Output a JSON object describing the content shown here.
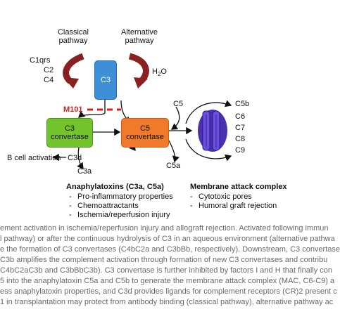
{
  "figure": {
    "classical_pathway": [
      "Classical",
      "pathway"
    ],
    "alternative_pathway": [
      "Alternative",
      "pathway"
    ],
    "classical_components": [
      "C1qrs",
      "C2",
      "C4"
    ],
    "h2o": "H",
    "h2o_sub": "2",
    "h2o_tail": "O",
    "c3": "C3",
    "m101": "M101",
    "c3_convertase": [
      "C3",
      "convertase"
    ],
    "c5_convertase": [
      "C5",
      "convertase"
    ],
    "c5_input": "C5",
    "mac_components": [
      "C5b",
      "C6",
      "C7",
      "C8",
      "C9"
    ],
    "b_cell_activation": "B cell activation",
    "c3d": "C3d",
    "c3a": "C3a",
    "c5a": "C5a",
    "anaphylatoxins_heading": "Anaphylatoxins (C3a, C5a)",
    "anaphylatoxins_items": [
      "Pro-inflammatory properties",
      "Chemoattractants",
      "Ischemia/reperfusion injury"
    ],
    "mac_heading": "Membrane attack complex",
    "mac_items": [
      "Cytotoxic pores",
      "Humoral graft rejection"
    ],
    "colors": {
      "c3_box": "#3d8fd6",
      "c3_convertase": "#73c42c",
      "c5_convertase": "#f07a2a",
      "inhibitor": "#d22020",
      "pathway_arrow": "#8a2020",
      "mac": "#4a2fb0"
    }
  },
  "caption": {
    "lines": [
      "ement activation in ischemia/reperfusion injury and allograft rejection. Activated following immun",
      "l pathway) or after the continuous hydrolysis of C3 in an aqueous environment (alternative pathwa",
      "e the formation of C3 convertases (C4bC2a and C3bBb, respectively). Downstream, C3 convertase",
      "C3b amplifies the complement activation through formation of new C3 convertases and contribu",
      "C4bC2aC3b and C3bBbC3b). C3 convertase is further inhibited by factors I and H that finally con",
      "5 into the anaphylatoxin C5a and C5b to generate the membrane attack complex (MAC, C6-C9) a",
      "ess anaphylatoxin properties, and C3d provides ligands for complement receptors (CR)2 present c",
      "1 in transplantation may protect from antibody binding (classical pathway), alternative pathway ac"
    ]
  }
}
